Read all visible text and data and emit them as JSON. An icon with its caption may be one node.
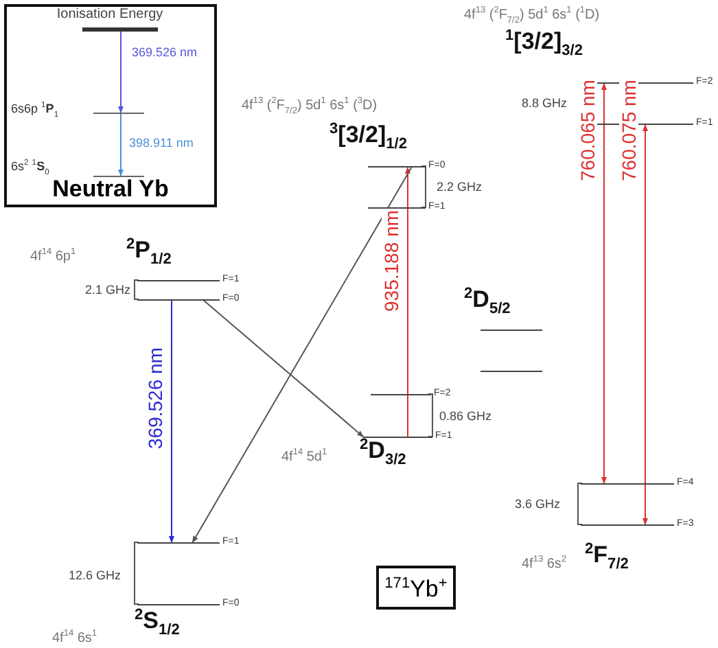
{
  "diagram": {
    "nodes": [
      {
        "text": [
          "Neutral Yb"
        ]
      },
      {
        "text": [
          "Ionisation Energy"
        ],
        "in": 0
      },
      {
        "text": [
          "6s6p $^{1}$**P**$_{1}$"
        ],
        "in": 0
      },
      {
        "text": [
          "6s$^{2}$ $^{1}$**S**$_{0}$"
        ],
        "in": 0
      },
      {
        "text": [
          "F=1"
        ]
      },
      {
        "text": [
          "F=0"
        ]
      },
      {
        "text": [
          "F=0"
        ]
      },
      {
        "text": [
          "F=1"
        ]
      },
      {
        "text": [
          "F=2"
        ]
      },
      {
        "text": [
          "F=1"
        ]
      },
      {
        "text": [
          "F=2"
        ]
      },
      {
        "text": [
          "F=1"
        ]
      },
      {
        "text": [],
        "shape": "bar"
      },
      {
        "text": [],
        "shape": "bar"
      },
      {
        "text": [
          "F=4"
        ]
      },
      {
        "text": [
          "F=3"
        ]
      },
      {
        "text": [
          "F=1"
        ]
      },
      {
        "text": [
          "F=0"
        ]
      },
      {
        "text": [
          "$^{171}$Yb$^{+}$"
        ]
      }
    ],
    "edges": [
      {
        "from": 1,
        "to": 2,
        "arrow": "to",
        "label": "369.526 nm",
        "color": "#5555dd"
      },
      {
        "from": 2,
        "to": 3,
        "arrow": "to",
        "label": "398.911 nm",
        "color": "#4a90d9"
      },
      {
        "from": 5,
        "to": 16,
        "arrow": "to",
        "label": "369.526 nm",
        "color": "#2a2ad0"
      },
      {
        "from": 5,
        "to": 11,
        "arrow": "to",
        "color": "#555555"
      },
      {
        "from": 11,
        "to": 6,
        "arrow": "to",
        "label": "935.188 nm",
        "color": "#e03030"
      },
      {
        "from": 6,
        "to": 16,
        "arrow": "to",
        "color": "#555555"
      },
      {
        "from": 8,
        "to": 14,
        "arrow": "both",
        "label": "760.065 nm",
        "color": "#e03030"
      },
      {
        "from": 9,
        "to": 15,
        "arrow": "both",
        "label": "760.075 nm",
        "color": "#e03030"
      }
    ],
    "labels": [
      "4f$^{13}$ ($^{2}$F$_{7/2}$) 5d$^{1}$ 6s$^{1}$ ($^{1}$D)",
      "$^{1}$[3/2]$_{3/2}$",
      "8.8 GHz",
      "4f$^{13}$ ($^{2}$F$_{7/2}$) 5d$^{1}$ 6s$^{1}$ ($^{3}$D)",
      "$^{3}$[3/2]$_{1/2}$",
      "2.2 GHz",
      "4f$^{14}$ 6p$^{1}$",
      "$^{2}$P$_{1/2}$",
      "2.1 GHz",
      "$^{2}$D$_{5/2}$",
      "0.86 GHz",
      "4f$^{14}$ 5d$^{1}$",
      "$^{2}$D$_{3/2}$",
      "3.6 GHz",
      "4f$^{13}$ 6s$^{2}$",
      "$^{2}$F$_{7/2}$",
      "12.6 GHz",
      "$^{2}$S$_{1/2}$",
      "4f$^{14}$ 6s$^{1}$"
    ]
  }
}
